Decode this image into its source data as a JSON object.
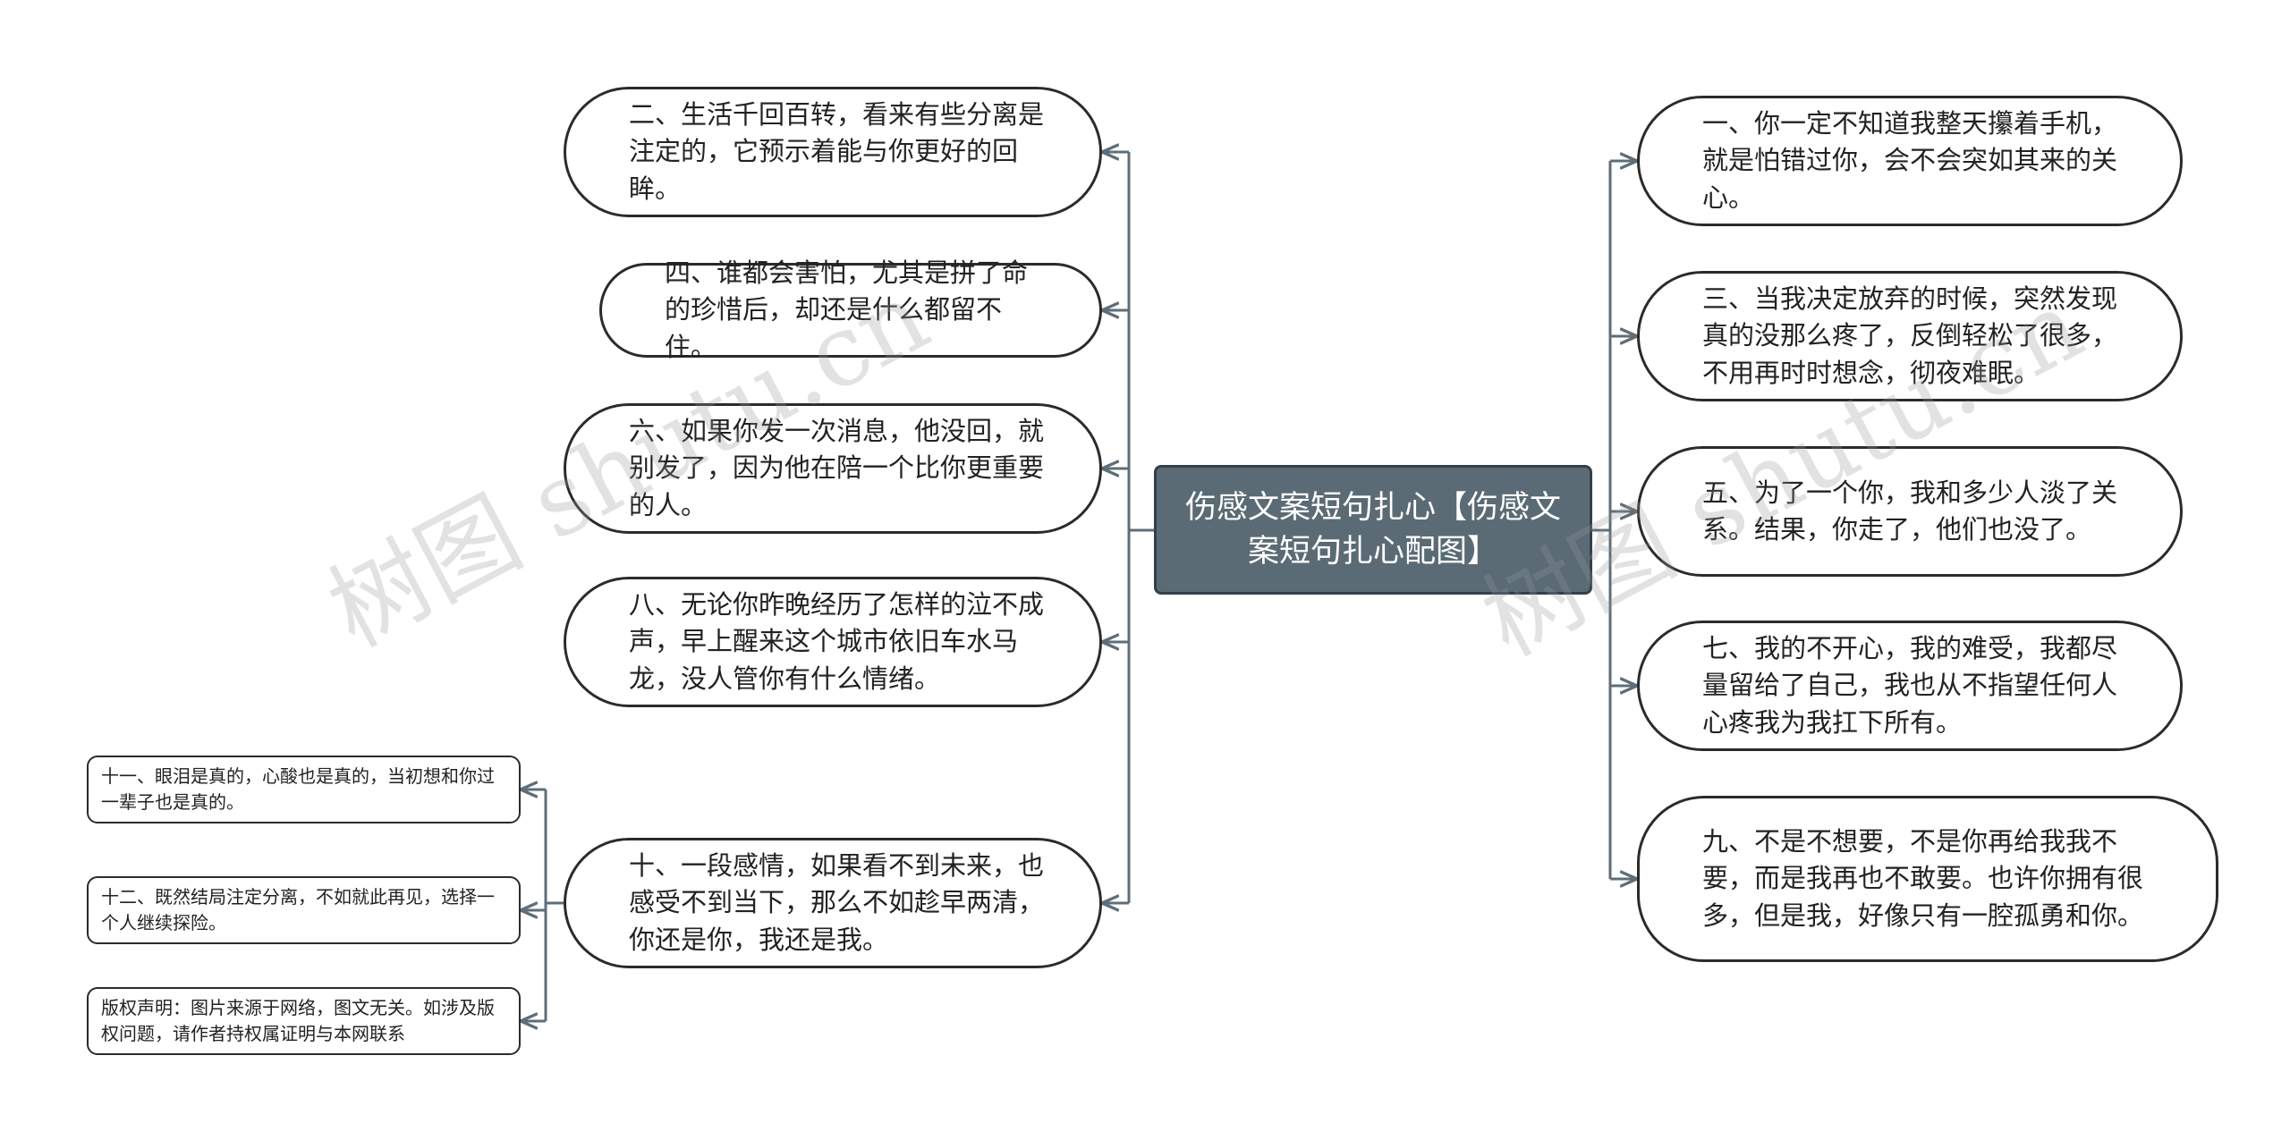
{
  "root": {
    "title": "伤感文案短句扎心【伤感文案短句扎心配图】"
  },
  "left_nodes": [
    "二、生活千回百转，看来有些分离是注定的，它预示着能与你更好的回眸。",
    "四、谁都会害怕，尤其是拼了命的珍惜后，却还是什么都留不住。",
    "六、如果你发一次消息，他没回，就别发了，因为他在陪一个比你更重要的人。",
    "八、无论你昨晚经历了怎样的泣不成声，早上醒来这个城市依旧车水马龙，没人管你有什么情绪。",
    "十、一段感情，如果看不到未来，也感受不到当下，那么不如趁早两清，你还是你，我还是我。"
  ],
  "right_nodes": [
    "一、你一定不知道我整天攥着手机，就是怕错过你，会不会突如其来的关心。",
    "三、当我决定放弃的时候，突然发现真的没那么疼了，反倒轻松了很多，不用再时时想念，彻夜难眠。",
    "五、为了一个你，我和多少人淡了关系。结果，你走了，他们也没了。",
    "七、我的不开心，我的难受，我都尽量留给了自己，我也从不指望任何人心疼我为我扛下所有。",
    "九、不是不想要，不是你再给我我不要，而是我再也不敢要。也许你拥有很多，但是我，好像只有一腔孤勇和你。"
  ],
  "sub_nodes": [
    "十一、眼泪是真的，心酸也是真的，当初想和你过一辈子也是真的。",
    "十二、既然结局注定分离，不如就此再见，选择一个人继续探险。",
    "版权声明：图片来源于网络，图文无关。如涉及版权问题，请作者持权属证明与本网联系"
  ],
  "watermark": {
    "text": "树图 shutu.cn"
  },
  "colors": {
    "line": "#5e6e78",
    "root_fill": "#5b6b75",
    "border": "#2b2b2b"
  }
}
